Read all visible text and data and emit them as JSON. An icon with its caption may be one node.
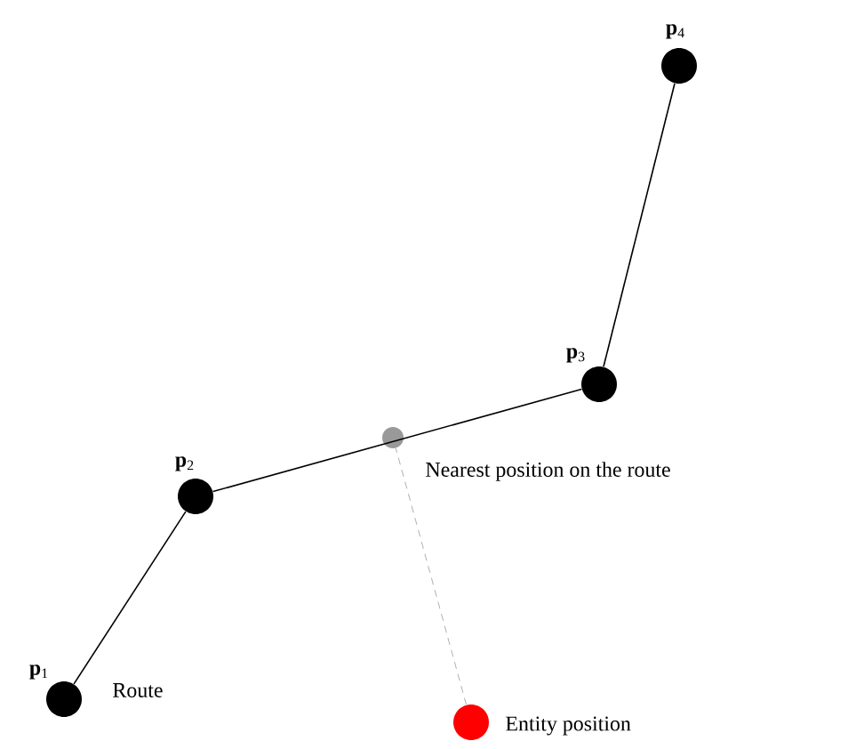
{
  "diagram": {
    "nodes": [
      {
        "text": [],
        "shape": "circle",
        "beside": [
          "**p**$_{1}$"
        ]
      },
      {
        "text": [],
        "shape": "circle",
        "beside": [
          "**p**$_{2}$"
        ]
      },
      {
        "text": [],
        "shape": "circle",
        "beside": [
          "**p**$_{3}$"
        ]
      },
      {
        "text": [],
        "shape": "circle",
        "beside": [
          "**p**$_{4}$"
        ]
      },
      {
        "text": [],
        "shape": "circle",
        "beside": [
          "Nearest position on the route"
        ]
      },
      {
        "text": [],
        "shape": "circle",
        "beside": [
          "Entity position"
        ]
      }
    ],
    "edges": [
      {
        "from": 0,
        "to": 1,
        "arrow": "none"
      },
      {
        "from": 1,
        "to": 2,
        "arrow": "none"
      },
      {
        "from": 2,
        "to": 3,
        "arrow": "none"
      },
      {
        "from": 5,
        "to": 4,
        "arrow": "none",
        "style": "dashed",
        "color": "#999999"
      }
    ],
    "labels": [
      "Route"
    ]
  }
}
